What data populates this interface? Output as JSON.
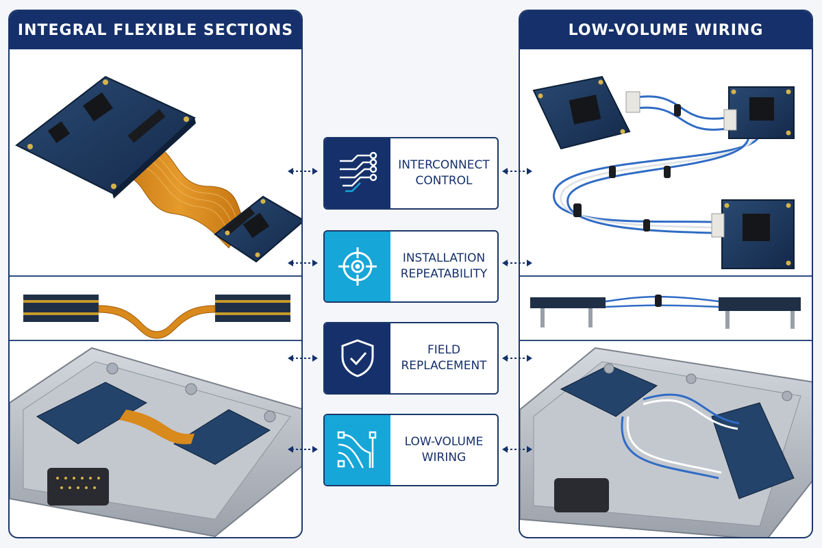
{
  "left_panel": {
    "title": "INTEGRAL FLEXIBLE SECTIONS"
  },
  "right_panel": {
    "title": "LOW-VOLUME WIRING"
  },
  "features": [
    {
      "label": "INTERCONNECT\nCONTROL",
      "icon": "circuit-traces-icon",
      "accent": "#15306a"
    },
    {
      "label": "INSTALLATION\nREPEATABILITY",
      "icon": "crosshair-target-icon",
      "accent": "#16a6d8"
    },
    {
      "label": "FIELD\nREPLACEMENT",
      "icon": "shield-check-icon",
      "accent": "#15306a"
    },
    {
      "label": "LOW-VOLUME\nWIRING",
      "icon": "wire-routing-icon",
      "accent": "#16a6d8"
    }
  ],
  "colors": {
    "navy": "#15306a",
    "cyan": "#16a6d8",
    "pcb_green": "#1c3a5c",
    "flex_orange": "#d98a1c",
    "aluminum": "#b9bec6"
  }
}
